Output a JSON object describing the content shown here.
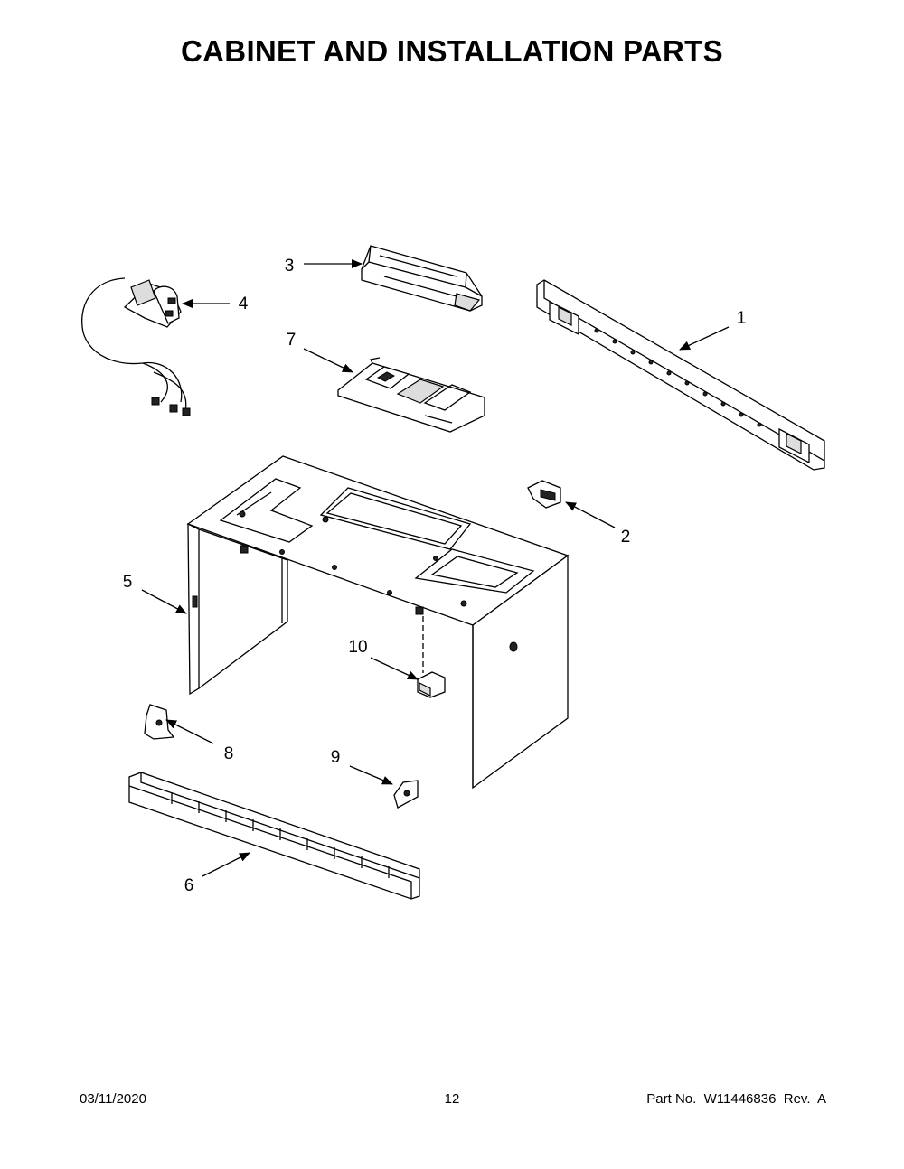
{
  "title": "CABINET AND INSTALLATION PARTS",
  "callouts": [
    "1",
    "2",
    "3",
    "4",
    "5",
    "6",
    "7",
    "8",
    "9",
    "10"
  ],
  "footer": {
    "date": "03/11/2020",
    "page": "12",
    "part": "Part No.  W11446836  Rev.  A"
  }
}
